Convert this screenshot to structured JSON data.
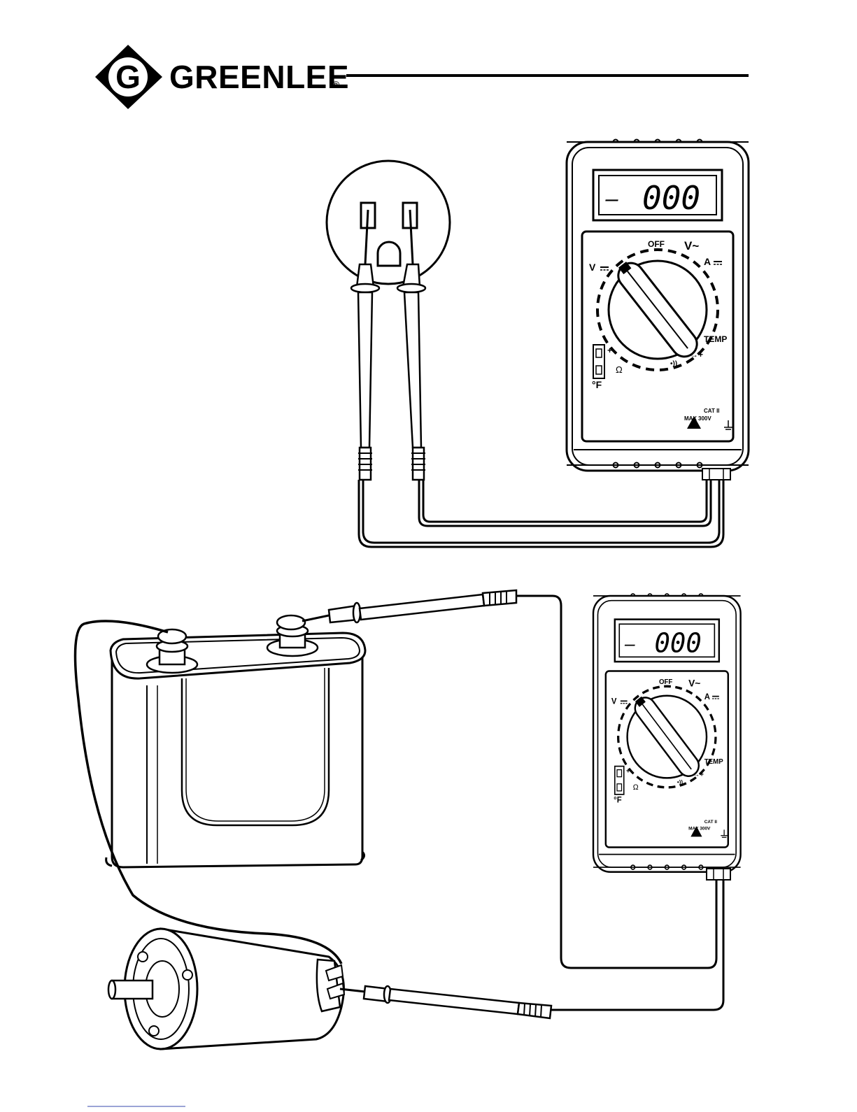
{
  "header": {
    "logo_letter": "G",
    "brand_name": "GREENLEE",
    "registered_mark": "®"
  },
  "meter_top": {
    "display_sign": "–",
    "display_digits": "000",
    "dial": {
      "off": "OFF",
      "v_ac": "V~",
      "v_dc": "V",
      "a_dc": "A",
      "temp": "TEMP",
      "diode": "→+",
      "continuity": "•))",
      "ohm": "Ω",
      "fahrenheit": "°F",
      "plus": "+"
    },
    "warning": {
      "cat": "CAT II",
      "max": "MAX 300V"
    }
  },
  "meter_bottom": {
    "display_sign": "–",
    "display_digits": "000",
    "dial": {
      "off": "OFF",
      "v_ac": "V~",
      "v_dc": "V",
      "a_dc": "A",
      "temp": "TEMP",
      "diode": "→+",
      "continuity": "•))",
      "ohm": "Ω",
      "fahrenheit": "°F",
      "plus": "+"
    },
    "warning": {
      "cat": "CAT II",
      "max": "MAX 300V"
    }
  },
  "colors": {
    "ink": "#000000",
    "paper": "#ffffff"
  }
}
